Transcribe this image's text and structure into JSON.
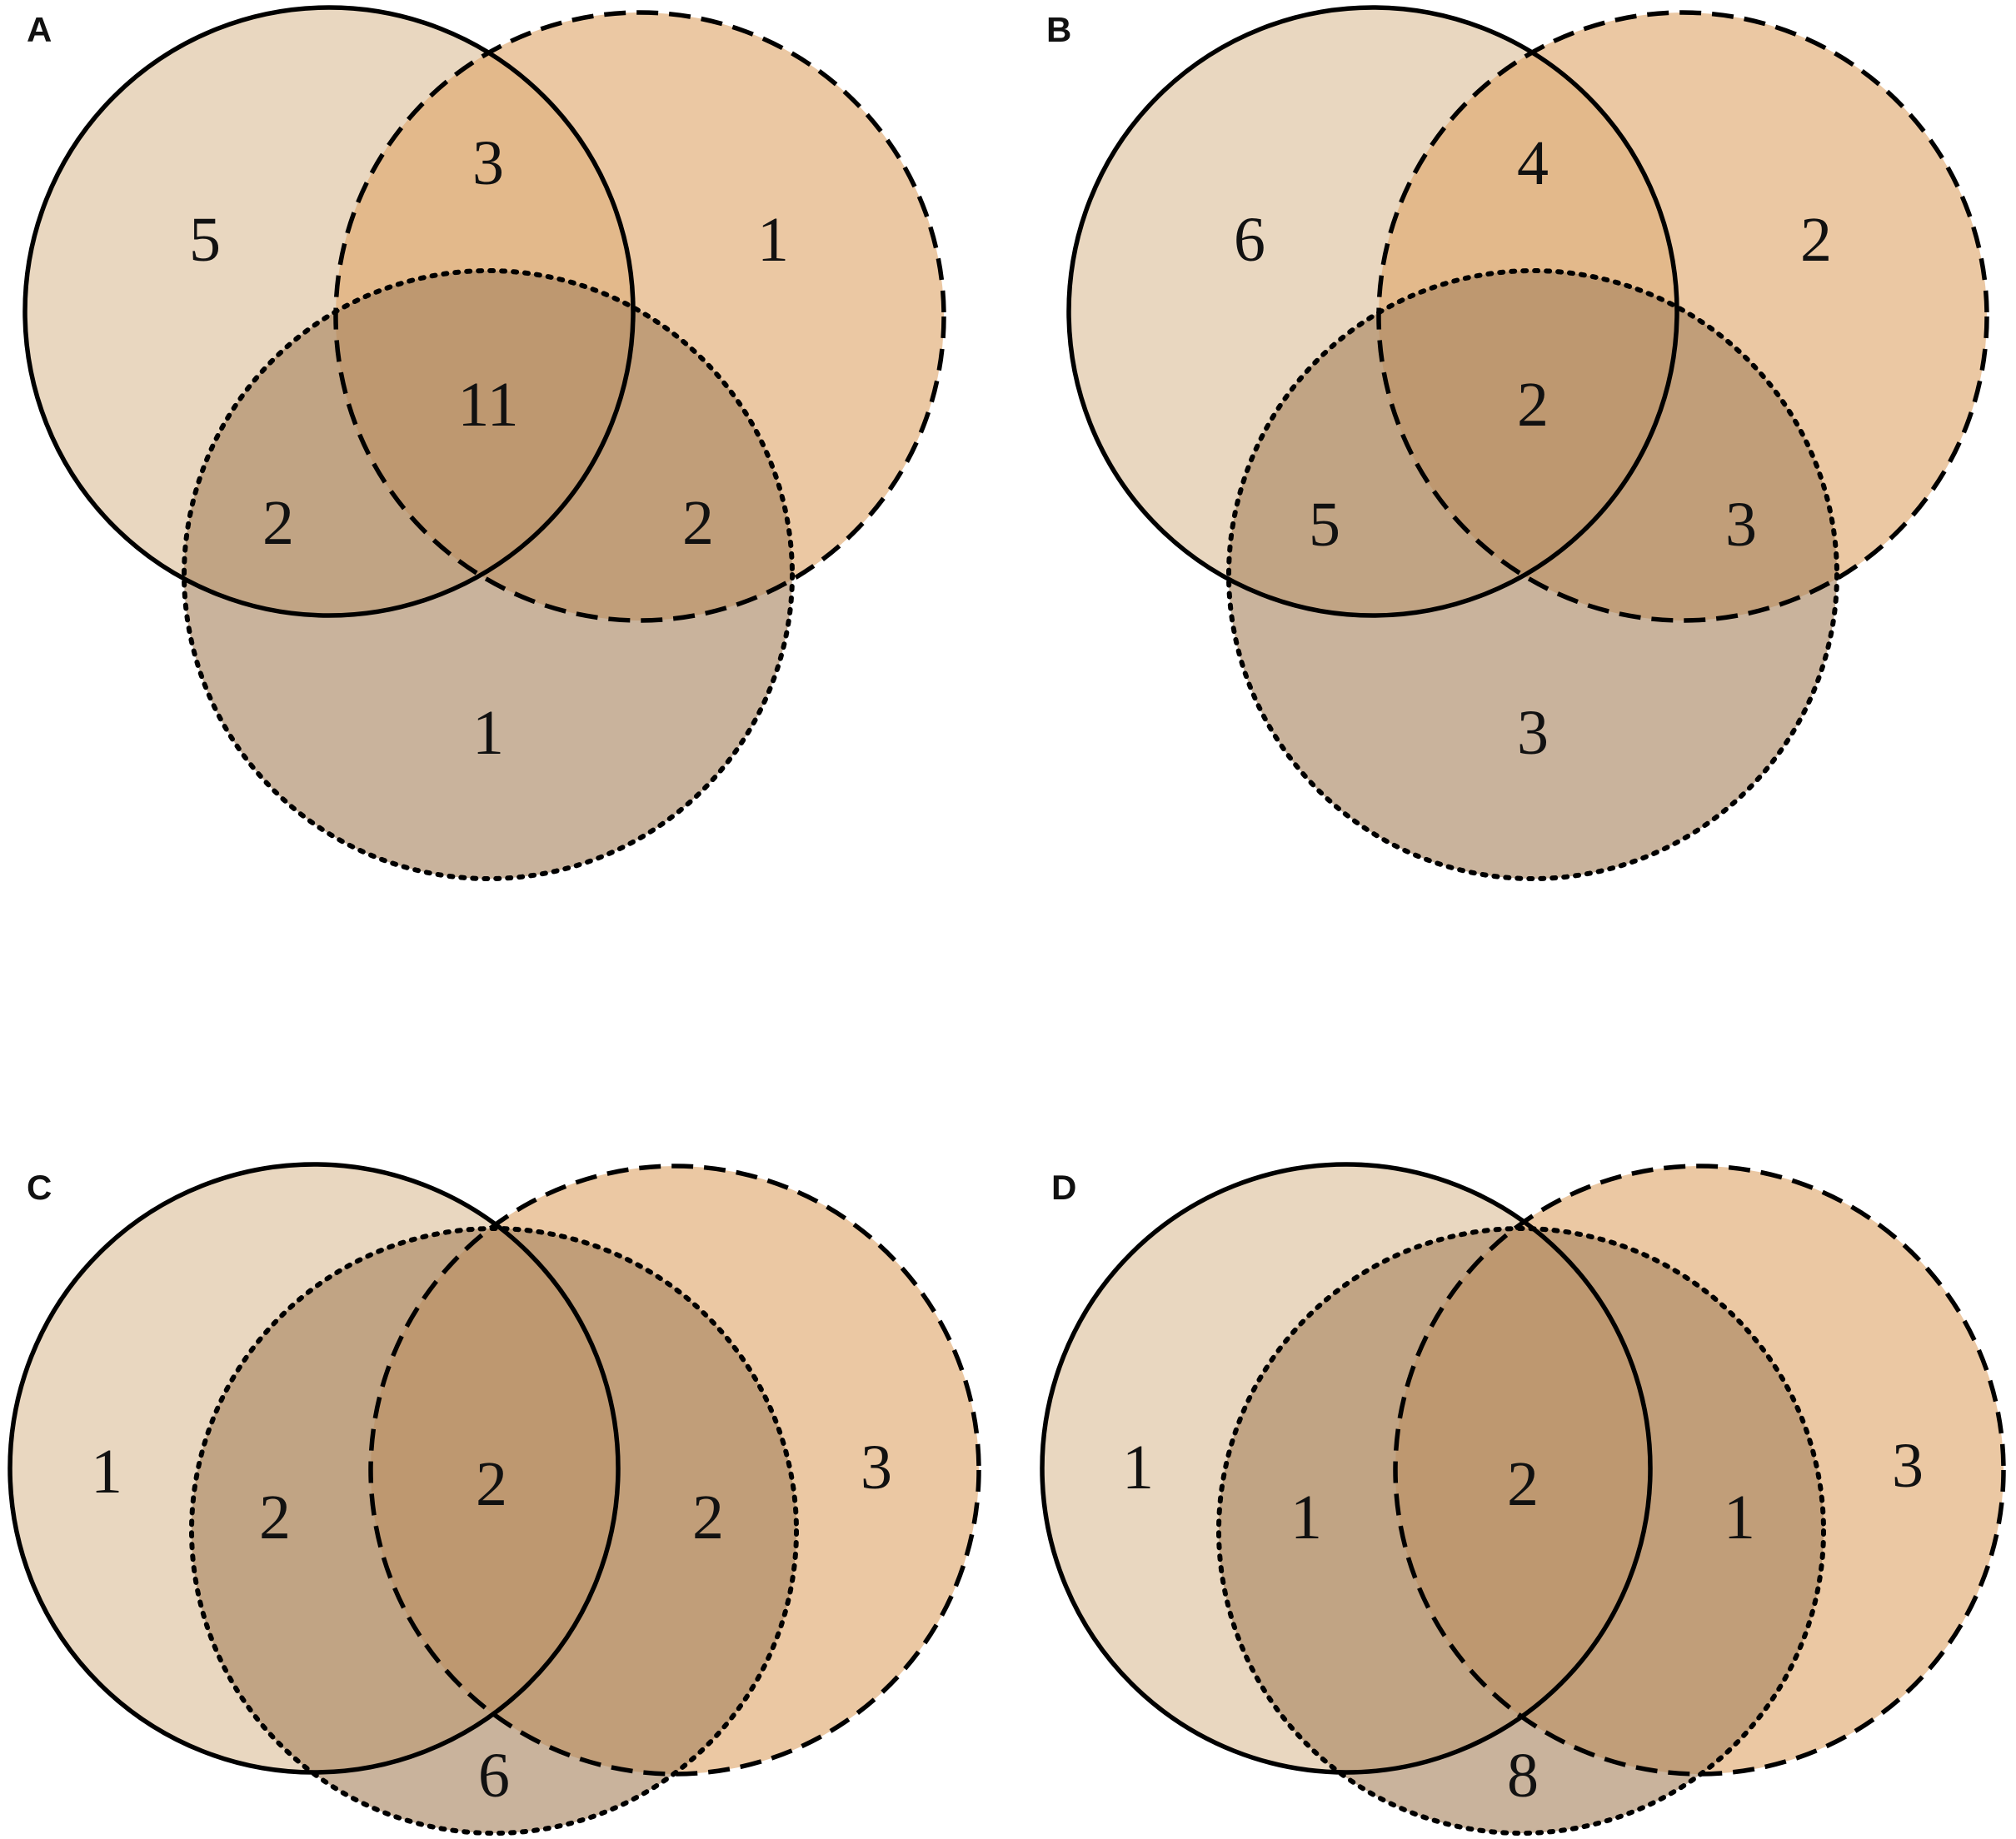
{
  "colors": {
    "solid_circle_fill": "#dcbe9a",
    "dashed_circle_fill": "#dfa66b",
    "dotted_circle_fill": "#a88460",
    "outline": "#000000"
  },
  "panels": [
    {
      "letter": "A",
      "counts": {
        "solid_only": "5",
        "dashed_only": "1",
        "dotted_only": "1",
        "solid_dashed": "3",
        "solid_dotted": "2",
        "dashed_dotted": "2",
        "all_three": "11"
      }
    },
    {
      "letter": "B",
      "counts": {
        "solid_only": "6",
        "dashed_only": "2",
        "dotted_only": "3",
        "solid_dashed": "4",
        "solid_dotted": "5",
        "dashed_dotted": "3",
        "all_three": "2"
      }
    },
    {
      "letter": "C",
      "counts": {
        "solid_only": "1",
        "dashed_only": "3",
        "dotted_only": "6",
        "solid_dotted": "2",
        "dashed_dotted": "2",
        "all_three": "2"
      }
    },
    {
      "letter": "D",
      "counts": {
        "solid_only": "1",
        "dashed_only": "3",
        "dotted_only": "8",
        "solid_dotted": "1",
        "dashed_dotted": "1",
        "all_three": "2"
      }
    }
  ]
}
